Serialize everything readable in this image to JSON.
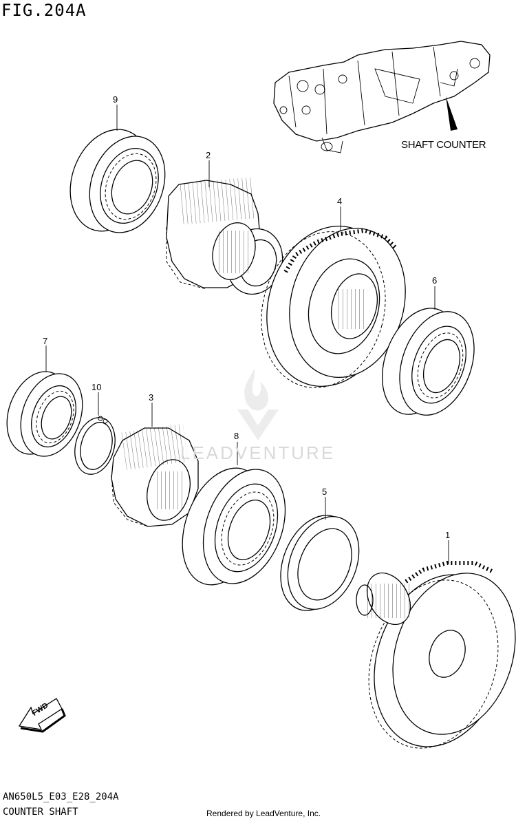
{
  "figure": {
    "title": "FIG.204A",
    "code": "AN650L5_E03_E28_204A",
    "name": "COUNTER SHAFT",
    "rendered_by": "Rendered by LeadVenture, Inc."
  },
  "inset": {
    "label": "SHAFT COUNTER"
  },
  "watermark": {
    "text": "LEADVENTURE"
  },
  "fwd_label": "FWD",
  "callouts": [
    "1",
    "2",
    "3",
    "4",
    "5",
    "6",
    "7",
    "8",
    "9",
    "10"
  ]
}
